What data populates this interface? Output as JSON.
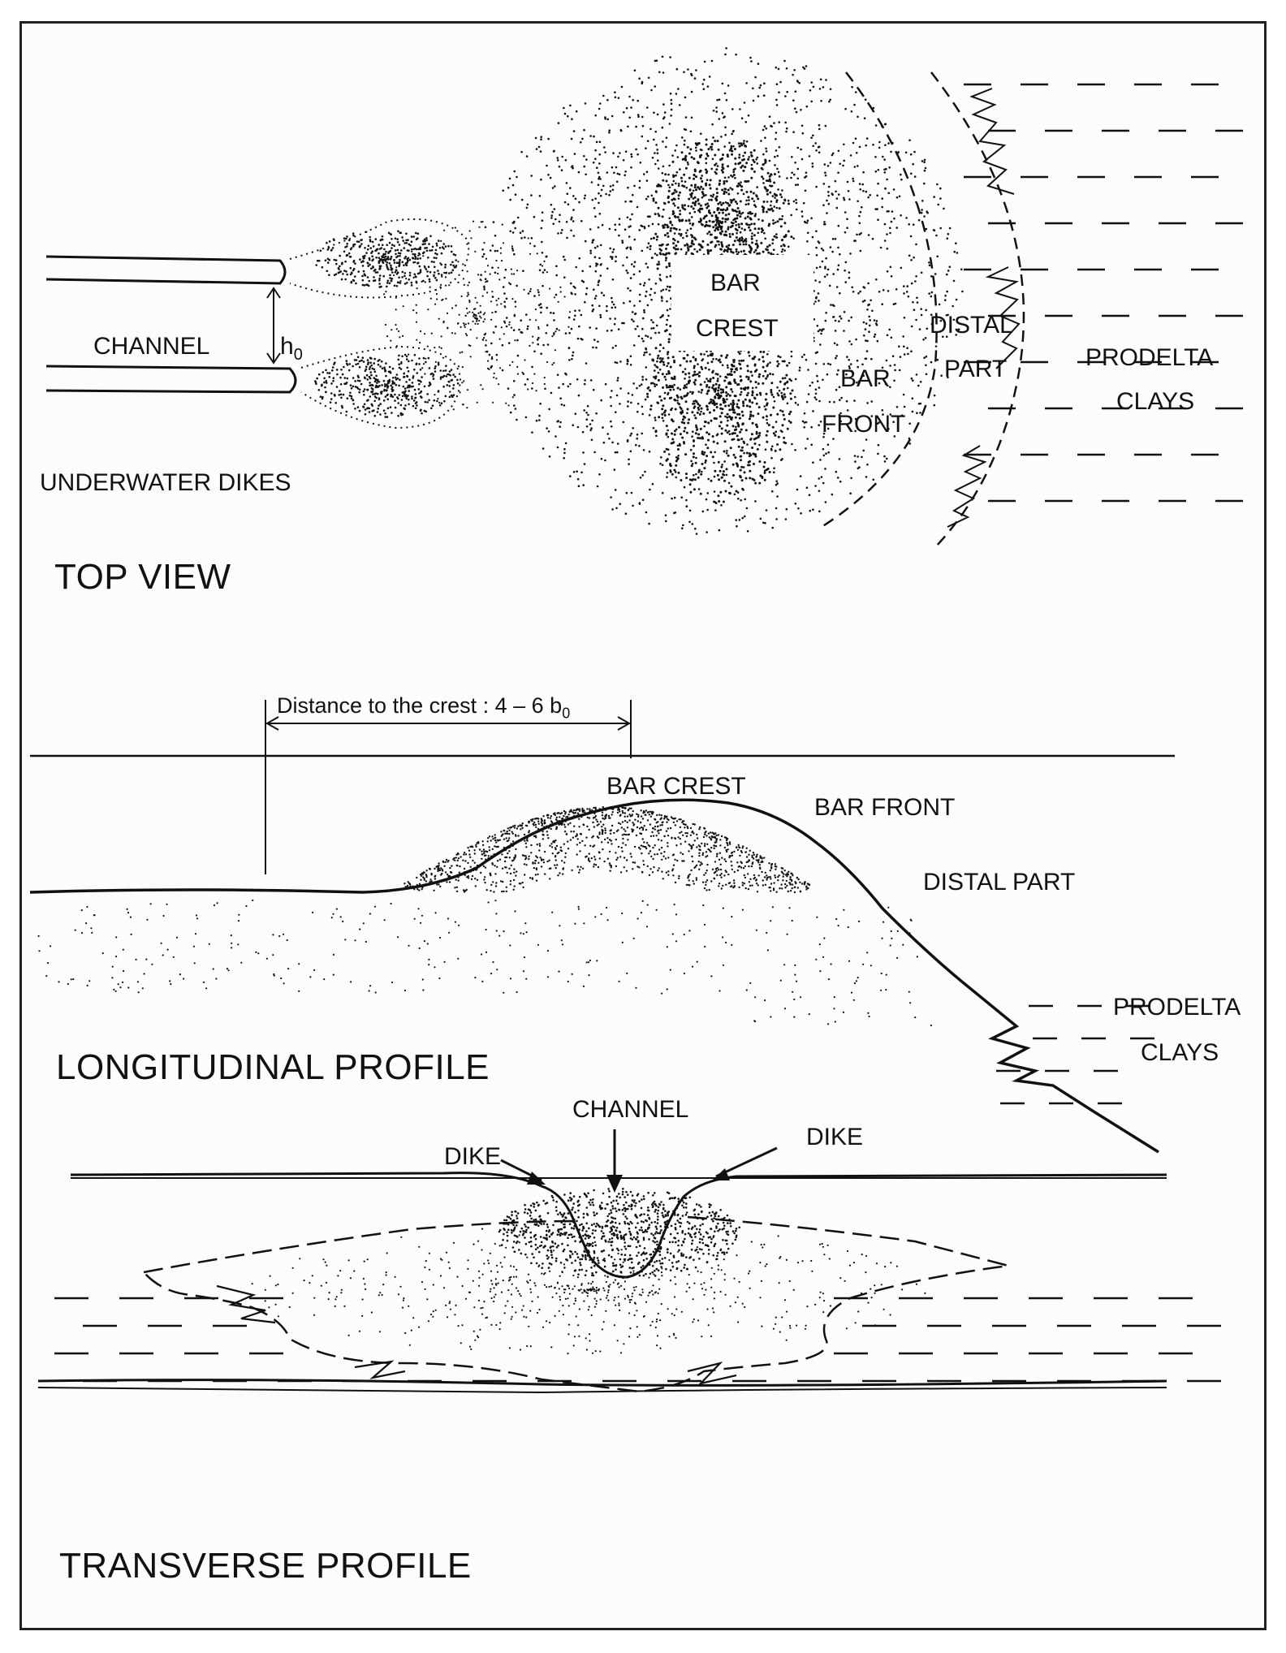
{
  "labels": {
    "channel_top": "CHANNEL",
    "h0": "h",
    "h0_sub": "0",
    "underwater_dikes": "UNDERWATER DIKES",
    "bar_crest_top_1": "BAR",
    "bar_crest_top_2": "CREST",
    "bar_front_top_1": "BAR",
    "bar_front_top_2": "FRONT",
    "distal_top_1": "DISTAL",
    "distal_top_2": "PART",
    "prodelta_top_1": "PRODELTA",
    "prodelta_top_2": "CLAYS",
    "top_view": "TOP VIEW",
    "distance_text": "Distance to the crest : 4 – 6 b",
    "distance_sub": "0",
    "bar_crest_long": "BAR CREST",
    "bar_front_long": "BAR FRONT",
    "distal_long": "DISTAL PART",
    "prodelta_long_1": "PRODELTA",
    "prodelta_long_2": "CLAYS",
    "longitudinal_profile": "LONGITUDINAL  PROFILE",
    "channel_trans": "CHANNEL",
    "dike_left": "DIKE",
    "dike_right": "DIKE",
    "transverse_profile": "TRANSVERSE PROFILE"
  },
  "colors": {
    "ink": "#111111",
    "paper": "#fcfcfa",
    "frame": "#222222"
  }
}
